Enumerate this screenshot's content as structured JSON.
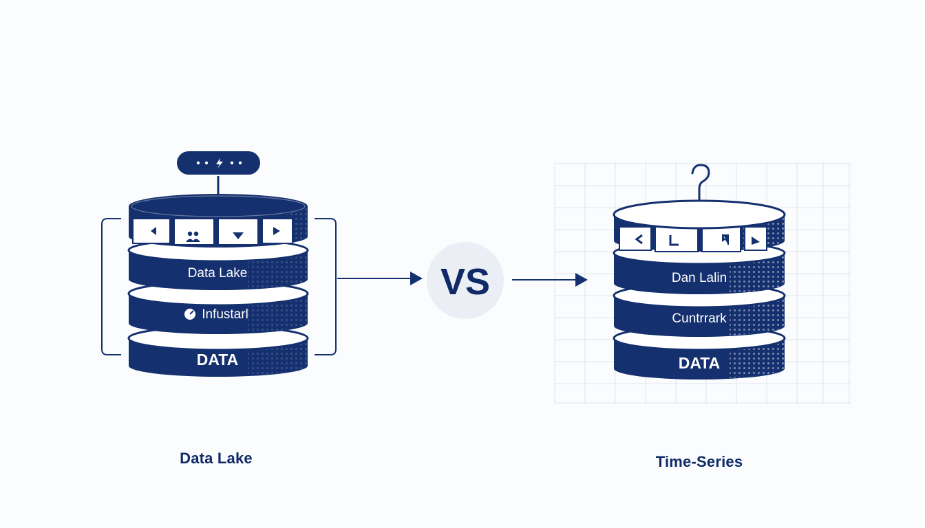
{
  "colors": {
    "navy": "#14306e",
    "navy_dark": "#0f2a66",
    "white": "#ffffff",
    "vs_circle": "#ebeef4",
    "grid": "#dfe3ea",
    "background": "#fbfcfd"
  },
  "left_stack": {
    "top_pill_icons": [
      "dot-icon",
      "dot-icon",
      "lightning-icon",
      "dot-icon",
      "dot-icon"
    ],
    "toolbar_icons": [
      "chevron-left-icon",
      "users-icon",
      "triangle-down-icon",
      "play-icon"
    ],
    "layer_1_label": "Data Lake",
    "layer_2_label": "Infustarl",
    "layer_2_icon": "gauge-icon",
    "layer_3_label": "DATA",
    "caption": "Data Lake"
  },
  "vs": {
    "label": "VS"
  },
  "right_stack": {
    "top_icon": "question-mark-icon",
    "toolbar_icons": [
      "chevron-left-icon",
      "corner-icon",
      "corner-flag-icon",
      "triangle-right-icon"
    ],
    "layer_1_label": "Dan Lalin",
    "layer_2_label": "Cuntrrark",
    "layer_3_label": "DATA",
    "caption": "Time-Series"
  }
}
